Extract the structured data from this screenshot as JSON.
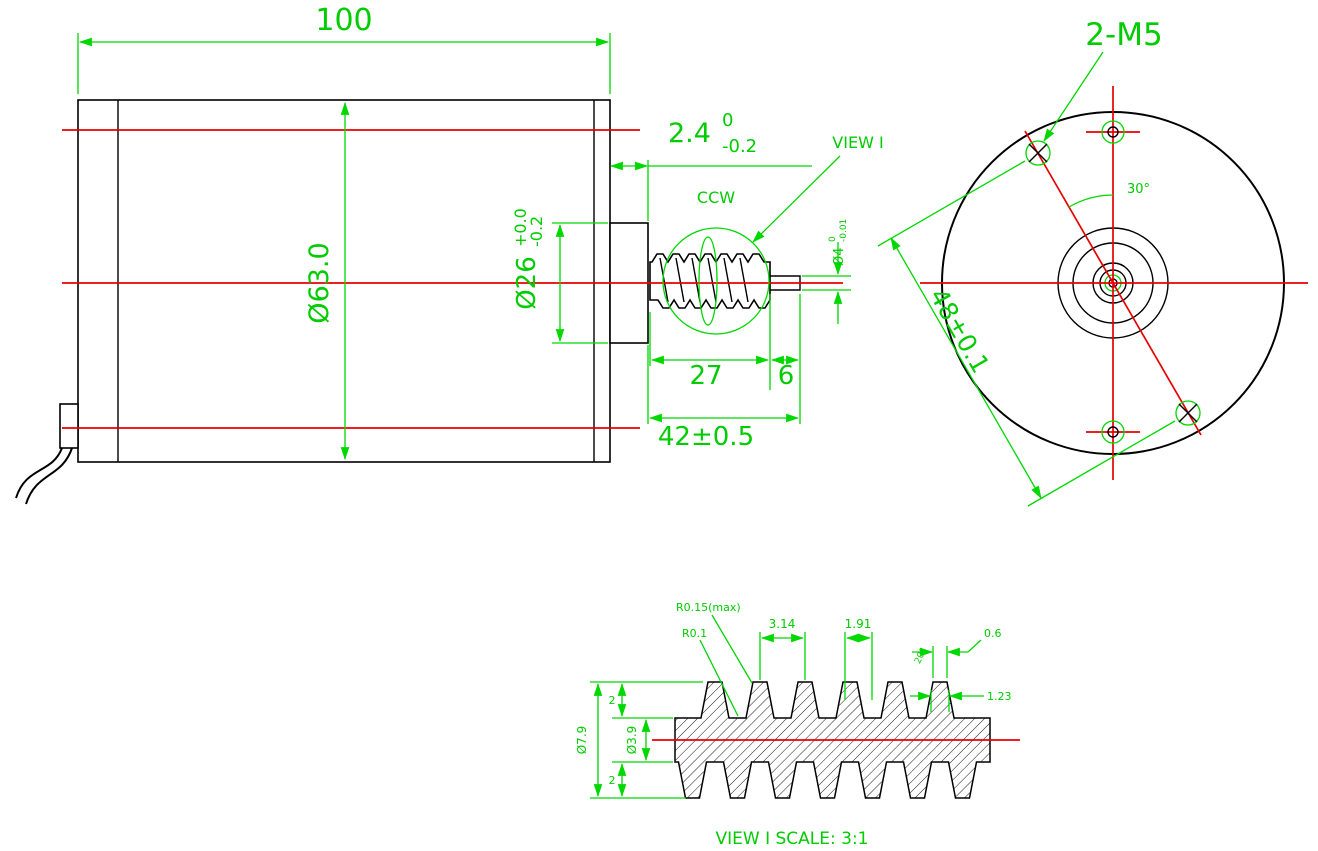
{
  "side_view": {
    "overall_length": "100",
    "body_diameter": "Ø63.0",
    "boss_diameter": "Ø26",
    "boss_diameter_tol_upper": "+0.0",
    "boss_diameter_tol_lower": "-0.2",
    "boss_length": "2.4",
    "boss_length_tol_upper": "0",
    "boss_length_tol_lower": "-0.2",
    "rotation": "CCW",
    "view_callout": "VIEW I",
    "shaft_diameter": "Ø4",
    "shaft_diameter_tol_upper": "0",
    "shaft_diameter_tol_lower": "-0.01",
    "worm_length": "27",
    "shaft_tip_length": "6",
    "shaft_length": "42±0.5"
  },
  "end_view": {
    "mounting_holes": "2-M5",
    "hole_angle": "30°",
    "bolt_circle": "48±0.1"
  },
  "detail_view": {
    "tip_radius_max": "R0.15(max)",
    "root_radius": "R0.1",
    "axial_pitch": "3.14",
    "tooth_thickness": "1.91",
    "tip_width": "0.6",
    "pressure_angle": "20°",
    "root_width": "1.23",
    "outside_diameter": "Ø7.9",
    "root_diameter": "Ø3.9",
    "addendum": "2",
    "dedendum": "2",
    "caption": "VIEW I  SCALE: 3:1"
  },
  "colors": {
    "dimension_green": "#00d800",
    "centerline_red": "#e80000",
    "object_black": "#000000",
    "background": "#ffffff"
  }
}
